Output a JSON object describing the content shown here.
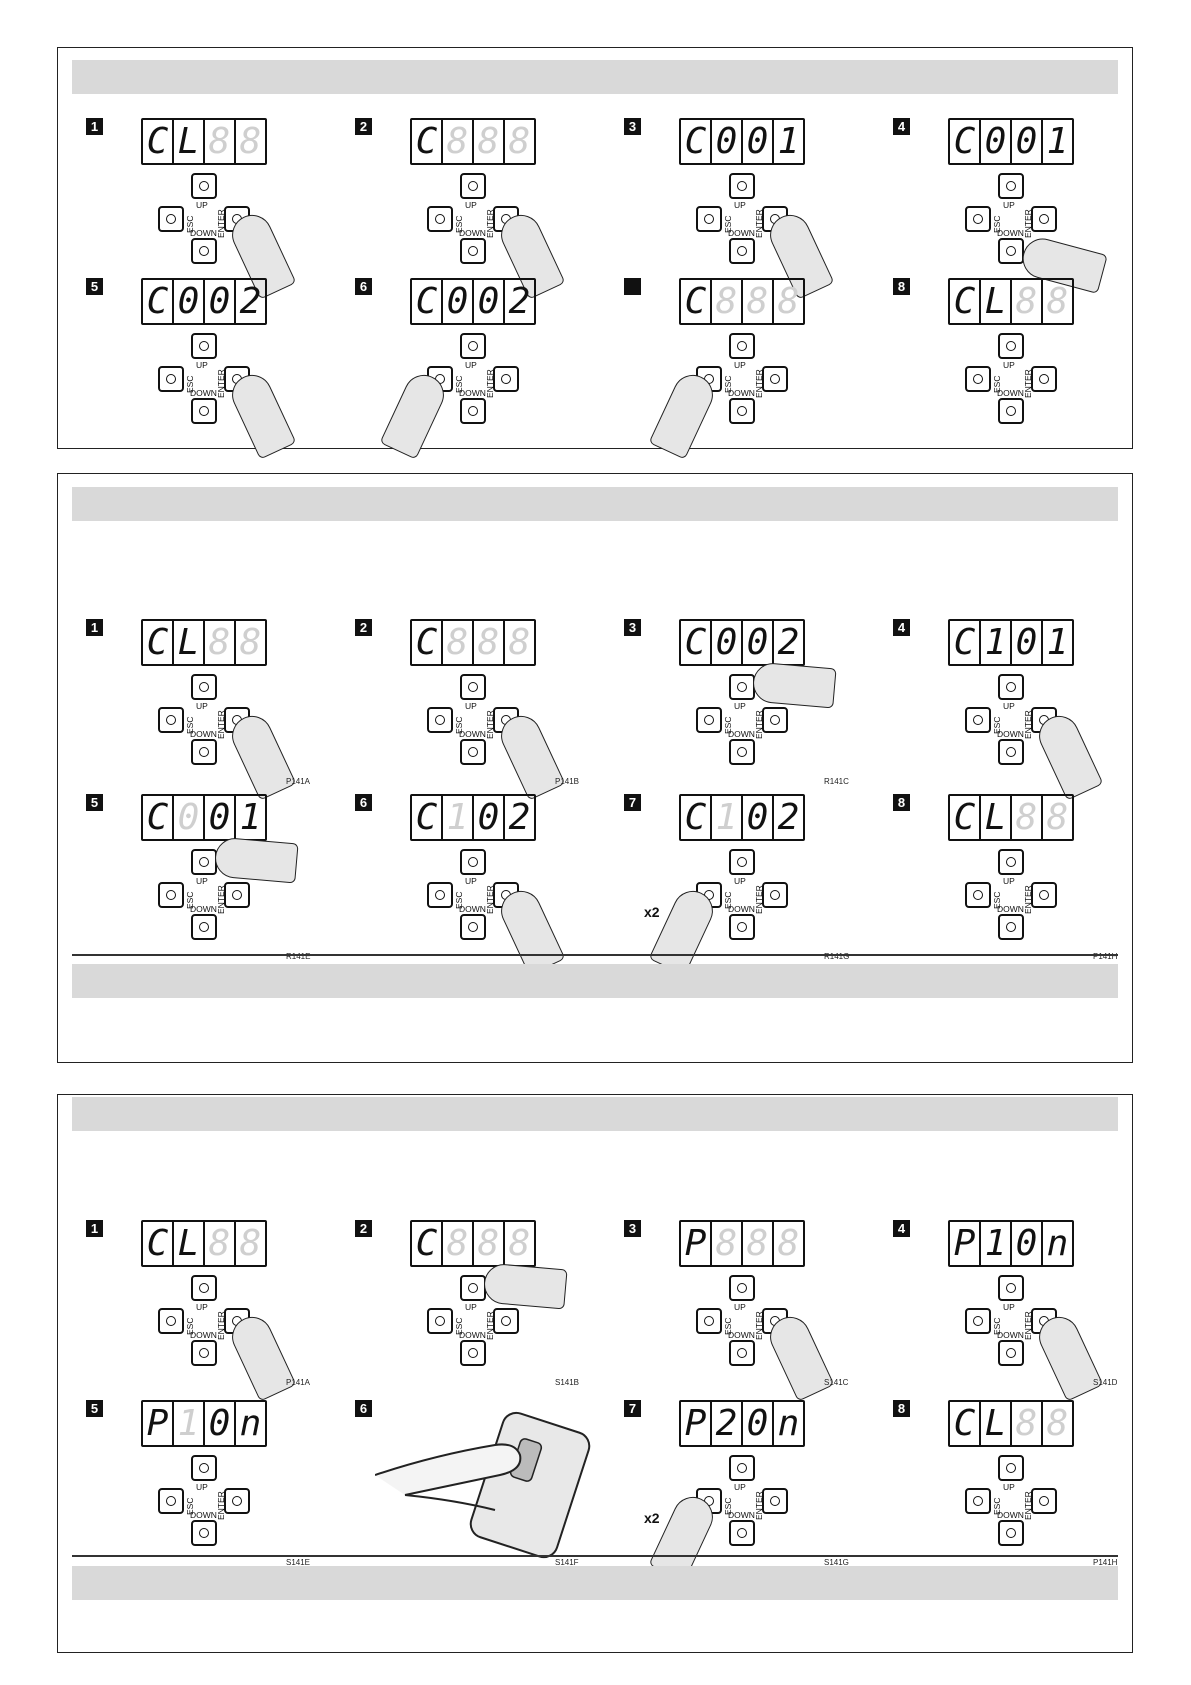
{
  "sections": [
    {
      "steps": [
        {
          "badge": "1",
          "digits": [
            "C",
            "L",
            "8",
            "8"
          ],
          "dim": [
            false,
            false,
            true,
            true
          ],
          "press": "enter",
          "code": ""
        },
        {
          "badge": "2",
          "digits": [
            "C",
            "8",
            "8",
            "8"
          ],
          "dim": [
            false,
            true,
            true,
            true
          ],
          "press": "enter",
          "code": ""
        },
        {
          "badge": "3",
          "digits": [
            "C",
            "0",
            "0",
            "1"
          ],
          "dim": [
            false,
            false,
            false,
            false
          ],
          "press": "enter",
          "code": ""
        },
        {
          "badge": "4",
          "digits": [
            "C",
            "0",
            "0",
            "1"
          ],
          "dim": [
            false,
            false,
            false,
            false
          ],
          "press": "down",
          "code": ""
        },
        {
          "badge": "5",
          "digits": [
            "C",
            "0",
            "0",
            "2"
          ],
          "dim": [
            false,
            false,
            false,
            false
          ],
          "press": "enter",
          "code": ""
        },
        {
          "badge": "6",
          "digits": [
            "C",
            "0",
            "0",
            "2"
          ],
          "dim": [
            false,
            false,
            false,
            false
          ],
          "press": "esc",
          "code": ""
        },
        {
          "badge": "",
          "digits": [
            "C",
            "8",
            "8",
            "8"
          ],
          "dim": [
            false,
            true,
            true,
            true
          ],
          "press": "esc",
          "code": ""
        },
        {
          "badge": "8",
          "digits": [
            "C",
            "L",
            "8",
            "8"
          ],
          "dim": [
            false,
            false,
            true,
            true
          ],
          "press": "none",
          "code": ""
        }
      ]
    },
    {
      "steps": [
        {
          "badge": "1",
          "digits": [
            "C",
            "L",
            "8",
            "8"
          ],
          "dim": [
            false,
            false,
            true,
            true
          ],
          "press": "enter",
          "code": "P141A"
        },
        {
          "badge": "2",
          "digits": [
            "C",
            "8",
            "8",
            "8"
          ],
          "dim": [
            false,
            true,
            true,
            true
          ],
          "press": "enter",
          "code": "P141B"
        },
        {
          "badge": "3",
          "digits": [
            "C",
            "0",
            "0",
            "2"
          ],
          "dim": [
            false,
            false,
            false,
            false
          ],
          "press": "up",
          "code": "R141C"
        },
        {
          "badge": "4",
          "digits": [
            "C",
            "1",
            "0",
            "1"
          ],
          "dim": [
            false,
            false,
            false,
            false
          ],
          "press": "enter",
          "code": ""
        },
        {
          "badge": "5",
          "digits": [
            "C",
            "0",
            "0",
            "1"
          ],
          "dim": [
            false,
            true,
            false,
            false
          ],
          "press": "up",
          "code": "R141E"
        },
        {
          "badge": "6",
          "digits": [
            "C",
            "1",
            "0",
            "2"
          ],
          "dim": [
            false,
            true,
            false,
            false
          ],
          "press": "enter",
          "code": ""
        },
        {
          "badge": "7",
          "digits": [
            "C",
            "1",
            "0",
            "2"
          ],
          "dim": [
            false,
            true,
            false,
            false
          ],
          "press": "esc2",
          "code": "R141G"
        },
        {
          "badge": "8",
          "digits": [
            "C",
            "L",
            "8",
            "8"
          ],
          "dim": [
            false,
            false,
            true,
            true
          ],
          "press": "none",
          "code": "P141H"
        }
      ]
    },
    {
      "steps": [
        {
          "badge": "1",
          "digits": [
            "C",
            "L",
            "8",
            "8"
          ],
          "dim": [
            false,
            false,
            true,
            true
          ],
          "press": "enter",
          "code": "P141A"
        },
        {
          "badge": "2",
          "digits": [
            "C",
            "8",
            "8",
            "8"
          ],
          "dim": [
            false,
            true,
            true,
            true
          ],
          "press": "up",
          "code": "S141B"
        },
        {
          "badge": "3",
          "digits": [
            "P",
            "8",
            "8",
            "8"
          ],
          "dim": [
            false,
            true,
            true,
            true
          ],
          "press": "enter",
          "code": "S141C"
        },
        {
          "badge": "4",
          "digits": [
            "P",
            "1",
            "0",
            "n"
          ],
          "dim": [
            false,
            false,
            false,
            false
          ],
          "press": "enter",
          "code": "S141D"
        },
        {
          "badge": "5",
          "digits": [
            "P",
            "1",
            "0",
            "n"
          ],
          "dim": [
            false,
            true,
            false,
            false
          ],
          "press": "none",
          "code": "S141E"
        },
        {
          "badge": "6",
          "digits": [],
          "dim": [],
          "press": "remote",
          "code": "S141F"
        },
        {
          "badge": "7",
          "digits": [
            "P",
            "2",
            "0",
            "n"
          ],
          "dim": [
            false,
            false,
            false,
            false
          ],
          "press": "esc2",
          "code": "S141G"
        },
        {
          "badge": "8",
          "digits": [
            "C",
            "L",
            "8",
            "8"
          ],
          "dim": [
            false,
            false,
            true,
            true
          ],
          "press": "none",
          "code": "P141H"
        }
      ]
    }
  ],
  "labels": {
    "up": "UP",
    "down": "DOWN",
    "esc": "ESC",
    "enter": "ENTER",
    "x2": "x2"
  }
}
